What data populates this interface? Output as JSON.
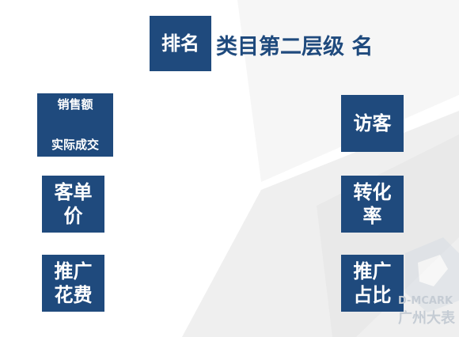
{
  "title": {
    "badge": "排名",
    "heading": "类目第二层级 名"
  },
  "left_boxes": [
    {
      "lines": [
        "销售额",
        "实际成交"
      ]
    },
    {
      "lines": [
        "客单",
        "价"
      ]
    },
    {
      "lines": [
        "推广",
        "花费"
      ]
    }
  ],
  "right_boxes": [
    {
      "lines": [
        "访客"
      ]
    },
    {
      "lines": [
        "转化",
        "率"
      ]
    },
    {
      "lines": [
        "推广",
        "占比"
      ]
    }
  ],
  "watermark": {
    "line1": "D-MCARK",
    "line2": "广州大表"
  },
  "colors": {
    "box": "#1f4a7d",
    "heading": "#1f4a7d",
    "watermark": "#c5ccd4"
  }
}
